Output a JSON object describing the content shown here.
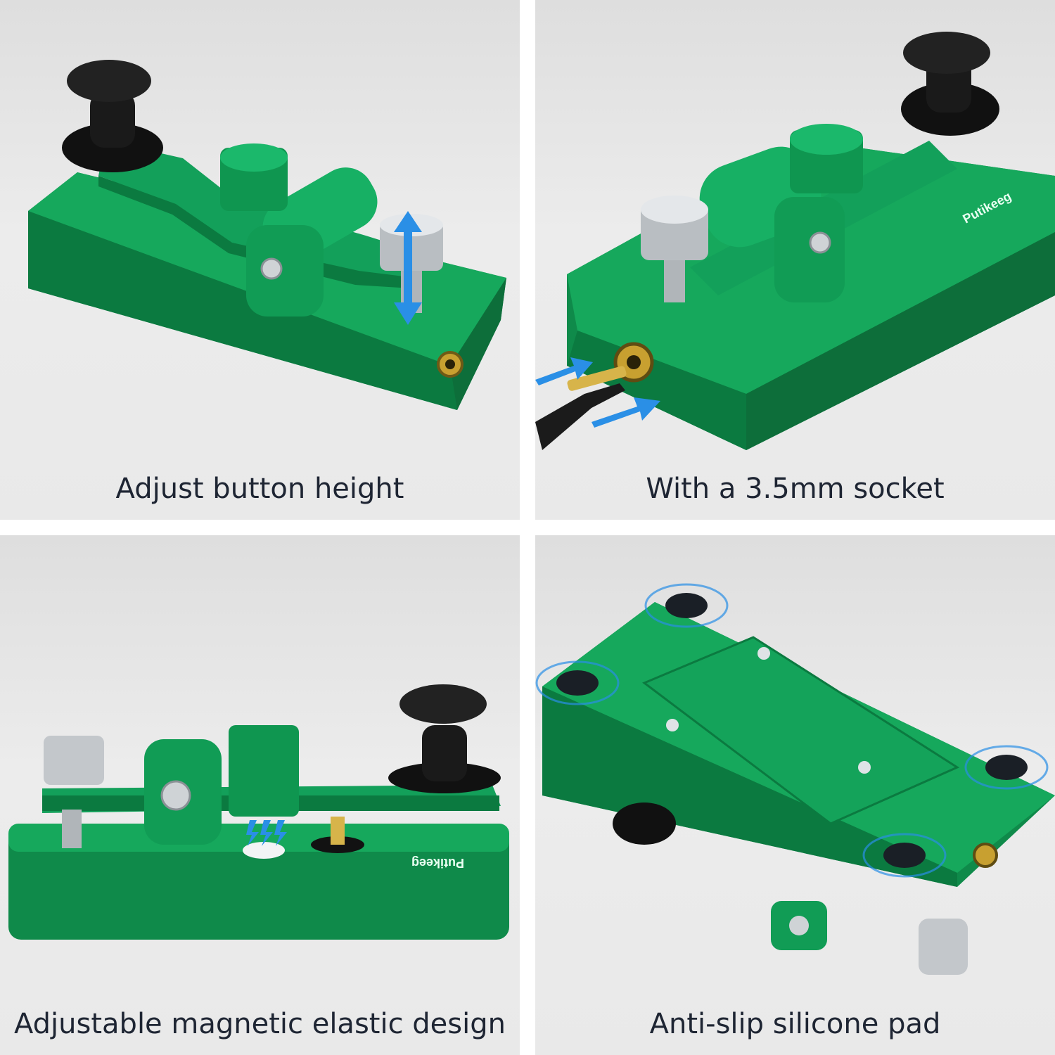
{
  "panels": [
    {
      "caption": "Adjust button height",
      "brand": ""
    },
    {
      "caption": "With a 3.5mm socket",
      "brand": "Putikeeg"
    },
    {
      "caption": "Adjustable magnetic elastic design",
      "brand": "Putikeeg"
    },
    {
      "caption": "Anti-slip silicone pad",
      "brand": ""
    }
  ],
  "colors": {
    "body_green": "#129a55",
    "dark_green": "#0b7a40",
    "knob_black": "#151515",
    "arrow_blue": "#2a8fe6",
    "background": "#e6e6e6"
  },
  "icons": [
    "up-down-arrow-icon",
    "plug-arrow-icon",
    "magnet-spark-icon",
    "ripple-icon"
  ]
}
